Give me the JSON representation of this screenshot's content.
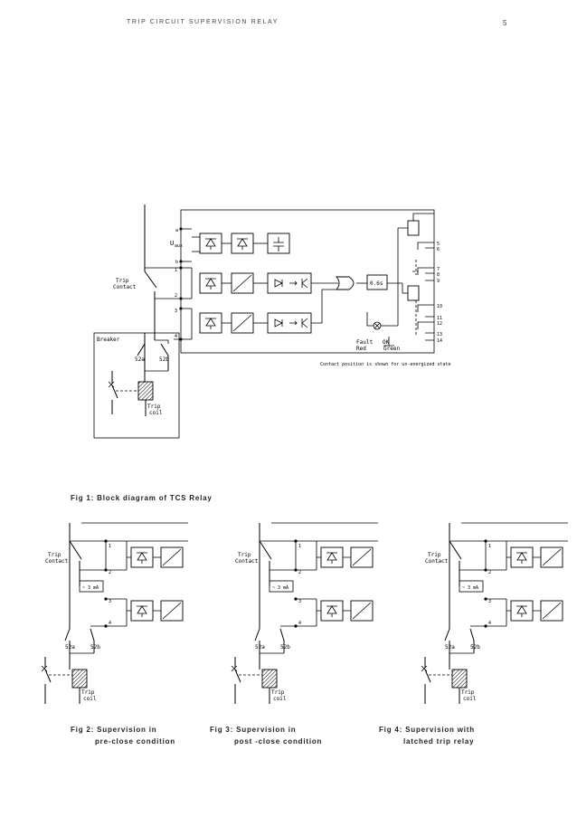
{
  "header": {
    "title": "TRIP CIRCUIT SUPERVISION RELAY",
    "page": "5"
  },
  "fig1": {
    "caption": "Fig 1: Block diagram of TCS Relay",
    "labels": {
      "trip_contact_1": "Trip",
      "trip_contact_2": "Contact",
      "breaker": "Breaker",
      "aux_52a": "52a",
      "aux_52b": "52b",
      "trip_coil_1": "Trip",
      "trip_coil_2": "coil",
      "uaux": "U",
      "uaux_sub": "aux",
      "timer": "0.6s",
      "fault": "Fault",
      "red": "Red",
      "ok": "OK",
      "green": "Green",
      "note": "Contact position is shown for un-energized state",
      "t_a": "a",
      "t_b": "b",
      "t_1": "1",
      "t_2": "2",
      "t_3": "3",
      "t_4": "4",
      "t_5": "5",
      "t_6": "6",
      "t_7": "7",
      "t_8": "8",
      "t_9": "9",
      "t_10": "10",
      "t_11": "11",
      "t_12": "12",
      "t_13": "13",
      "t_14": "14"
    }
  },
  "small_figs": [
    {
      "caption_1": "Fig 2: Supervision in",
      "caption_2": "pre-close condition",
      "trip_1": "Trip",
      "trip_2": "Contact",
      "current": "~ 3 mA",
      "aux_52a": "52a",
      "aux_52b": "52b",
      "coil_1": "Trip",
      "coil_2": "coil",
      "t1": "1",
      "t2": "2",
      "t3": "3",
      "t4": "4"
    },
    {
      "caption_1": "Fig 3: Supervision in",
      "caption_2": "post -close condition",
      "trip_1": "Trip",
      "trip_2": "Contact",
      "current": "~ 3 mA",
      "aux_52a": "52a",
      "aux_52b": "52b",
      "coil_1": "Trip",
      "coil_2": "coil",
      "t1": "1",
      "t2": "2",
      "t3": "3",
      "t4": "4"
    },
    {
      "caption_1": "Fig 4: Supervision with",
      "caption_2": "latched trip relay",
      "trip_1": "Trip",
      "trip_2": "Contact",
      "current": "~ 3 mA",
      "aux_52a": "52a",
      "aux_52b": "52b",
      "coil_1": "Trip",
      "coil_2": "coil",
      "t1": "1",
      "t2": "2",
      "t3": "3",
      "t4": "4"
    }
  ]
}
